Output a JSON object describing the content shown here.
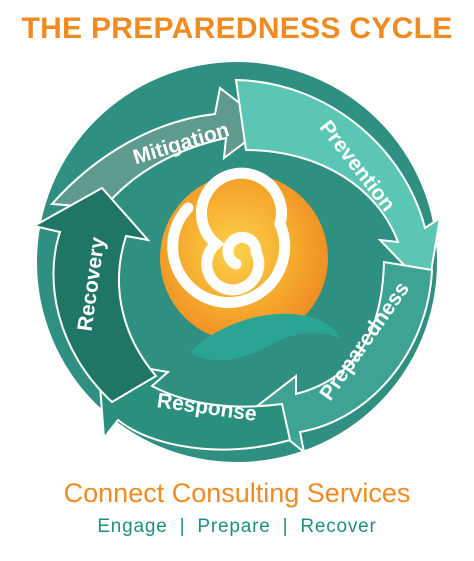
{
  "title": "THE PREPAREDNESS CYCLE",
  "cycle": {
    "stages": [
      {
        "label": "Mitigation",
        "color": "#5f9a8e"
      },
      {
        "label": "Prevention",
        "color": "#5cc6b4"
      },
      {
        "label": "Preparedness",
        "color": "#3fa394"
      },
      {
        "label": "Response",
        "color": "#2b8f7e"
      },
      {
        "label": "Recovery",
        "color": "#1f7566"
      }
    ],
    "center_colors": {
      "orange": "#f39a2b",
      "yellow": "#f7bb2c",
      "teal": "#2aa594"
    }
  },
  "footer": {
    "company": "Connect Consulting Services",
    "tagline": [
      "Engage",
      "Prepare",
      "Recover"
    ],
    "separator": "|"
  },
  "colors": {
    "title": "#f08b22",
    "company": "#f08b22",
    "tagline": "#1f8f82"
  }
}
